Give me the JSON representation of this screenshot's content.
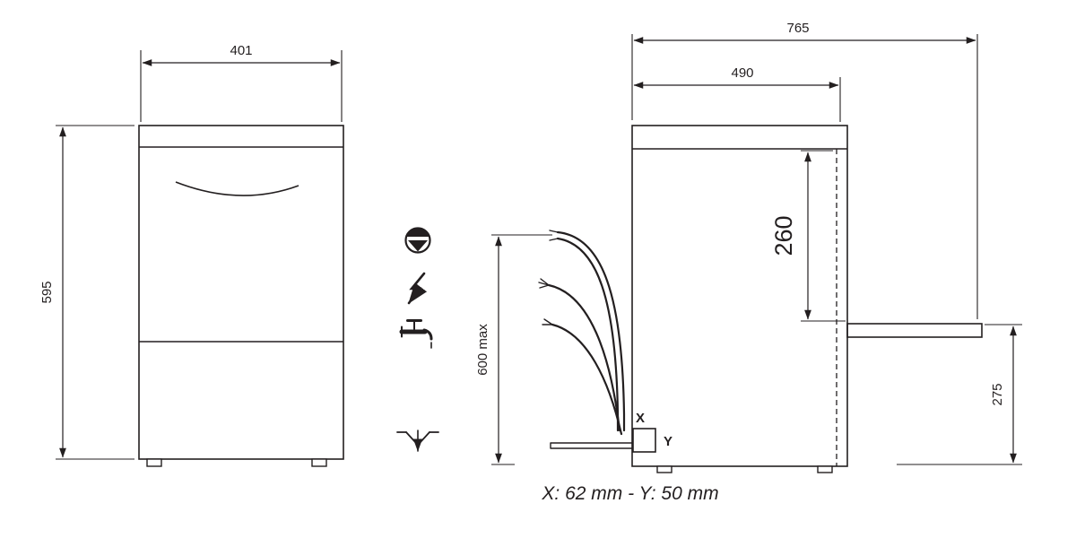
{
  "page": {
    "background": "#ffffff",
    "line_color": "#231f20"
  },
  "front_view": {
    "width_dim": "401",
    "height_dim": "595"
  },
  "side_view": {
    "total_depth_dim": "765",
    "body_depth_dim": "490",
    "door_opening_dim": "260",
    "worktop_height_dim": "275"
  },
  "connections": {
    "hose_height_dim": "600 max",
    "x_point": "X",
    "y_point": "Y",
    "note": "X: 62 mm - Y: 50 mm"
  },
  "icons": {
    "drain_pump": "drain-pump-icon",
    "electrical": "electrical-connection-icon",
    "water_inlet": "water-inlet-icon",
    "drain": "drain-icon"
  }
}
